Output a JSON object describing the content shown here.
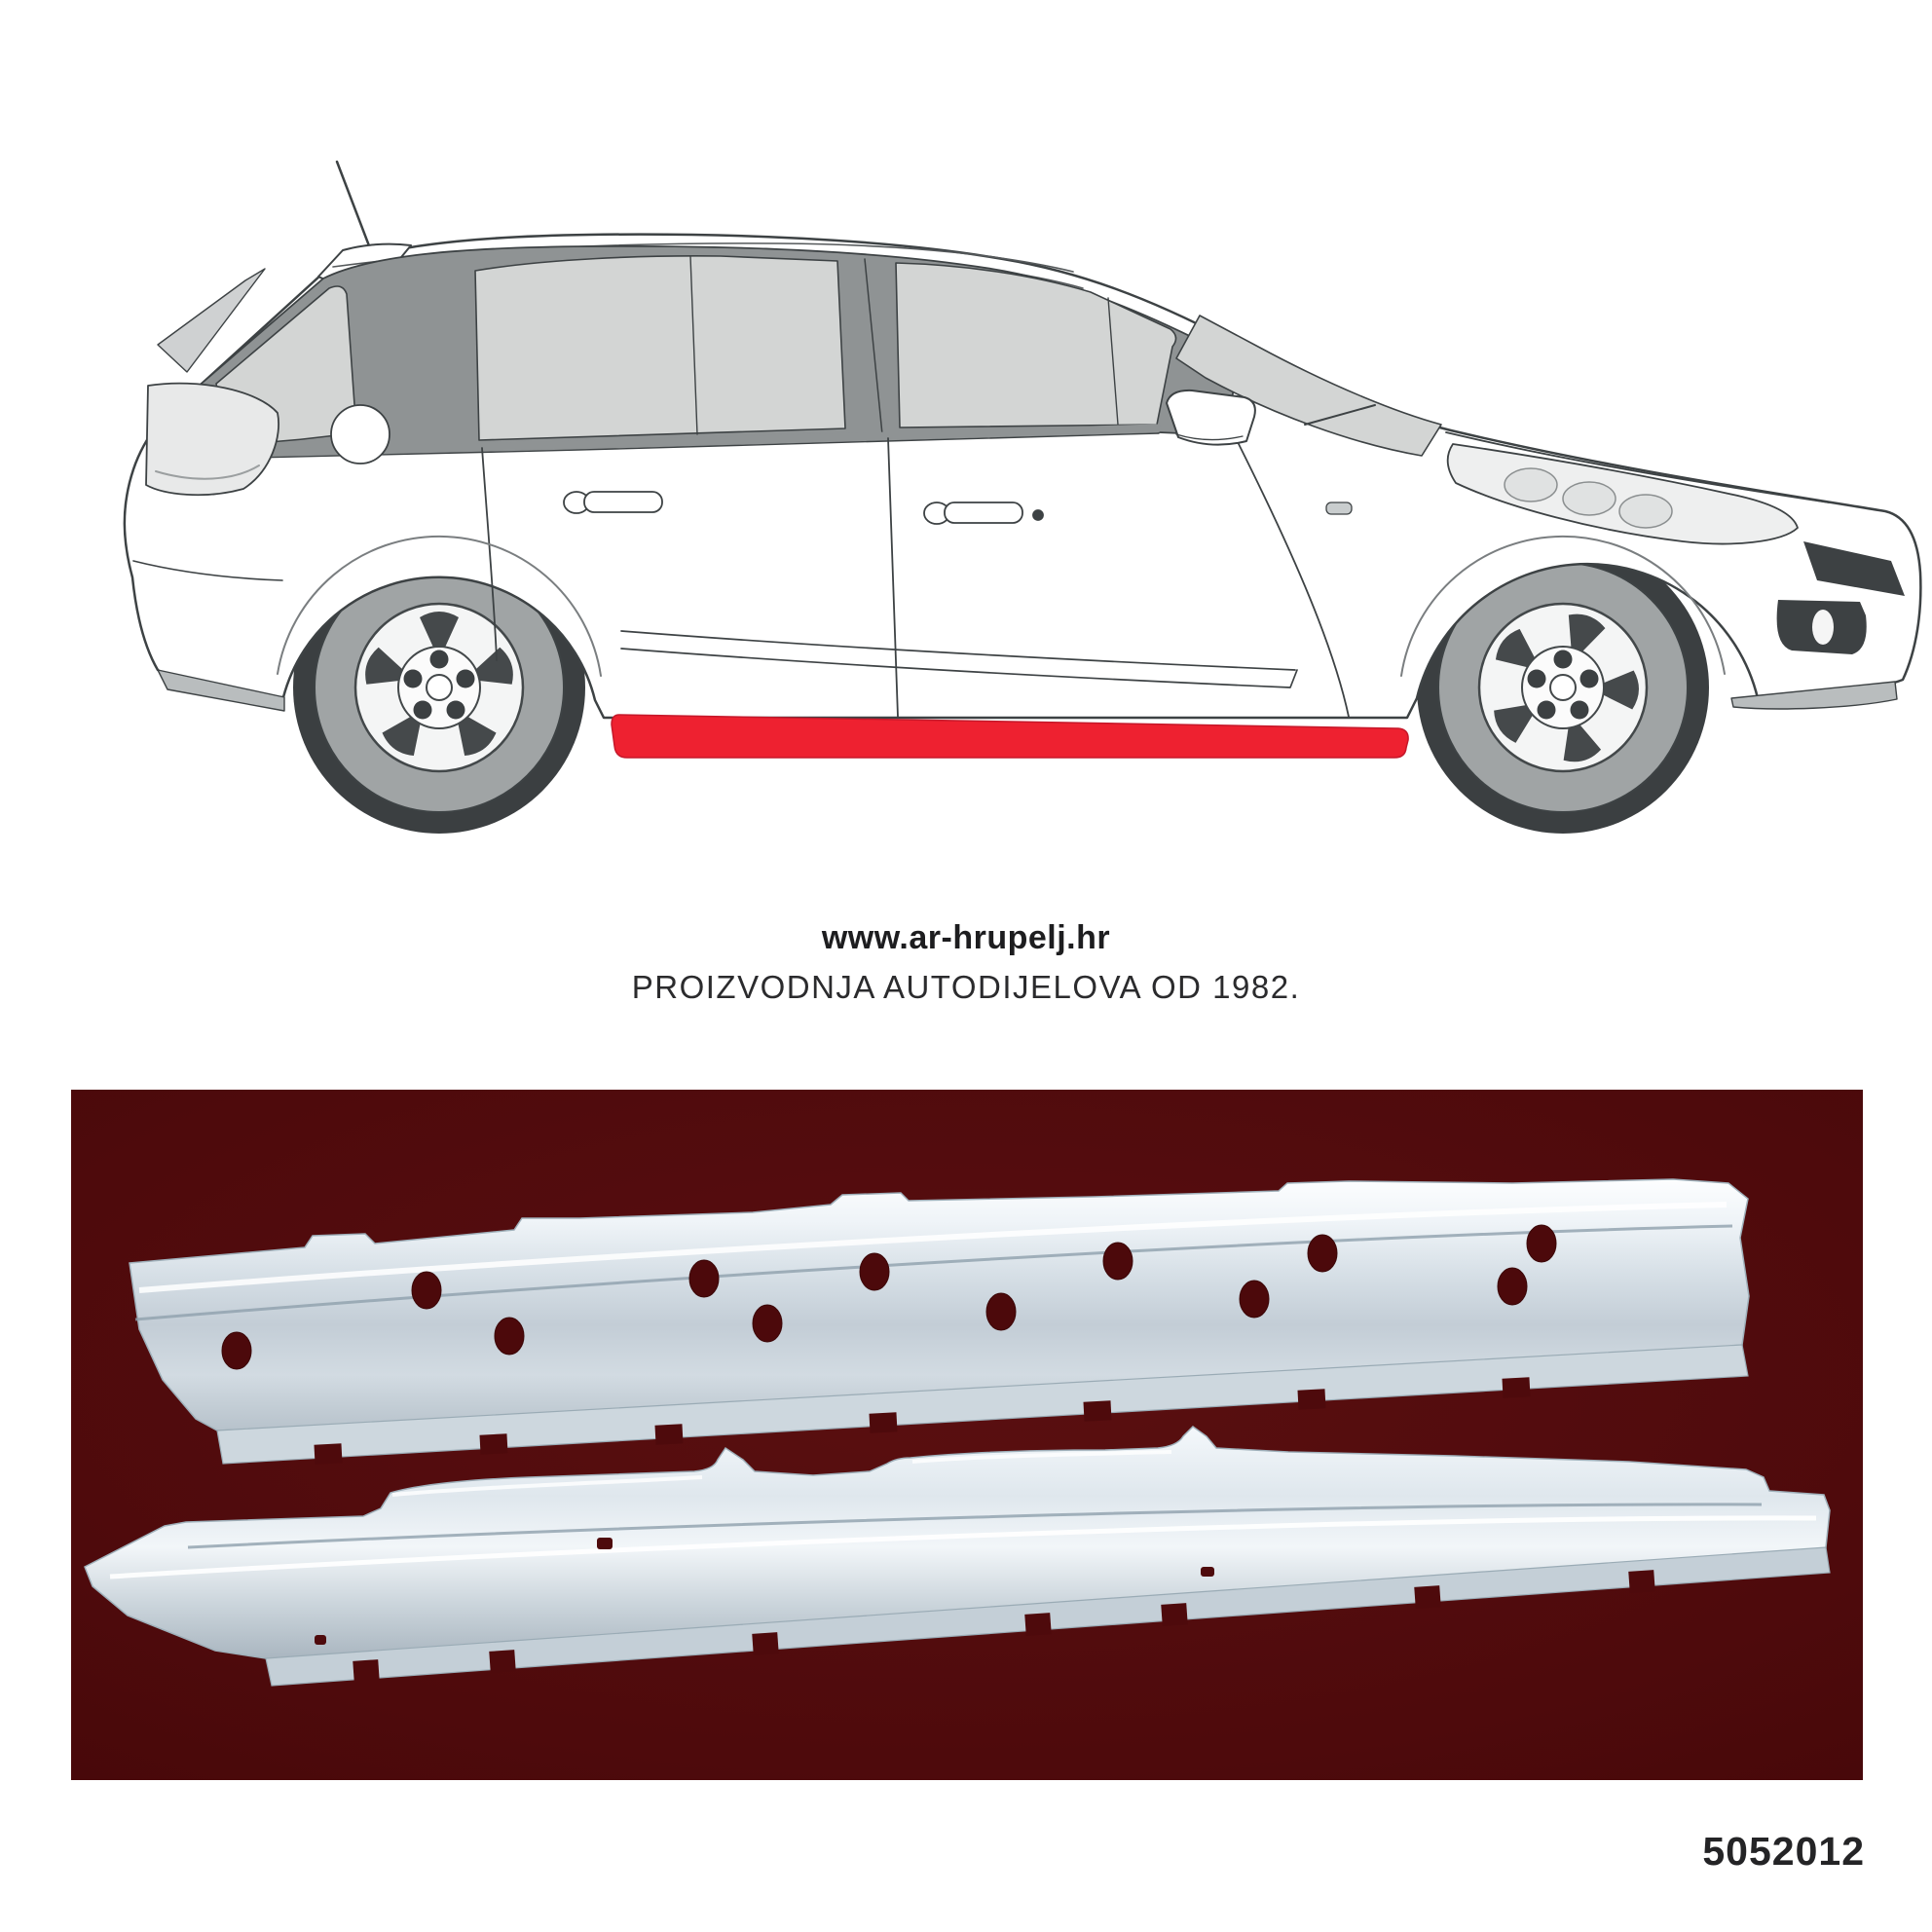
{
  "colors": {
    "accent_red": "#ee2130",
    "photo_background": "#4e0a0c",
    "metal": "#dde4e9",
    "outline": "#3d4244"
  },
  "car_diagram": {
    "vehicle": "5-door hatchback side view line drawing",
    "highlighted_part": "rocker-panel-sill"
  },
  "brand": {
    "website": "www.ar-hrupelj.hr",
    "tagline": "PROIZVODNJA AUTODIJELOVA OD 1982."
  },
  "product_photo": {
    "parts": [
      "sill-panel-inner-view",
      "sill-panel-outer-view"
    ]
  },
  "part_number": "5052012"
}
